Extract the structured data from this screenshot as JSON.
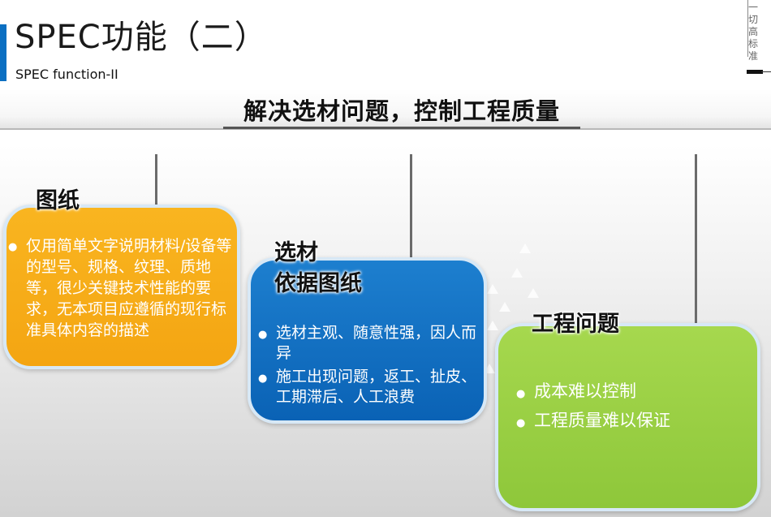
{
  "header": {
    "title": "SPEC功能（二）",
    "subtitle": "SPEC function-II",
    "vertical_tag": "一切高标准"
  },
  "headline": "解决选材问题，控制工程质量",
  "cards": [
    {
      "title": "图纸",
      "color": "#f4a512",
      "bullets": [
        "仅用简单文字说明材料/设备等的型号、规格、纹理、质地等，很少关键技术性能的要求，无本项目应遵循的现行标准具体内容的描述"
      ]
    },
    {
      "title_line1": "选材",
      "title_line2": "依据图纸",
      "color": "#0a62b5",
      "bullets": [
        "选材主观、随意性强，因人而异",
        "施工出现问题，返工、扯皮、工期滞后、人工浪费"
      ]
    },
    {
      "title": "工程问题",
      "color": "#8ec73a",
      "bullets": [
        "成本难以控制",
        "工程质量难以保证"
      ]
    }
  ]
}
